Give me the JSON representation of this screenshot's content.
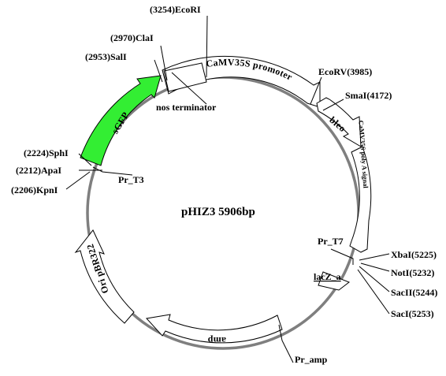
{
  "plasmid": {
    "name": "pHIZ3 5906bp"
  },
  "colors": {
    "backbone": "#7f7f7f",
    "feature_fill": "#ffffff",
    "sgfp_fill": "#33ee33",
    "outline": "#000000"
  },
  "features": {
    "camv35s_promoter": "CaMV35S promoter",
    "bleo": "bleo",
    "camv35s_polya": "CaMV35S poly A signal",
    "lacz_a": "lacZ_a",
    "amp": "amp",
    "ori_pbr322": "Ori pBR322",
    "sgfp": "sGFP",
    "nos_terminator": "nos terminator"
  },
  "primers": {
    "pr_t3": "Pr_T3",
    "pr_t7": "Pr_T7",
    "pr_amp": "Pr_amp"
  },
  "sites": {
    "ecori": "(3254)EcoRI",
    "clai": "(2970)ClaI",
    "sali": "(2953)SalI",
    "ecorv": "EcoRV(3985)",
    "smai": "SmaI(4172)",
    "sphi": "(2224)SphI",
    "apai": "(2212)ApaI",
    "kpni": "(2206)KpnI",
    "xbai": "XbaI(5225)",
    "noti": "NotI(5232)",
    "sacii": "SacII(5244)",
    "saci": "SacI(5253)"
  }
}
